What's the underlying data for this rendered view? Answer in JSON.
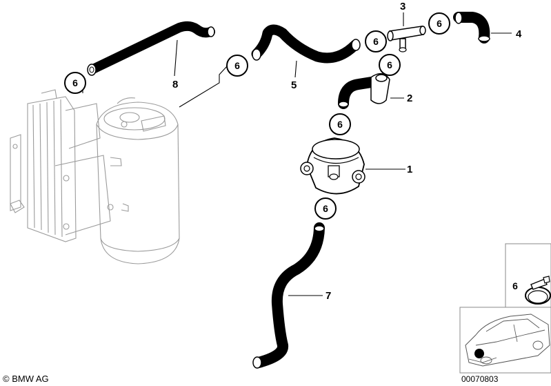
{
  "diagram": {
    "callouts": {
      "c1": "1",
      "c2": "2",
      "c3": "3",
      "c4": "4",
      "c5": "5",
      "c7": "7",
      "c8": "8"
    },
    "clamp_label": "6",
    "inset_label": "6",
    "copyright": "© BMW AG",
    "doc_number": "00070803"
  }
}
